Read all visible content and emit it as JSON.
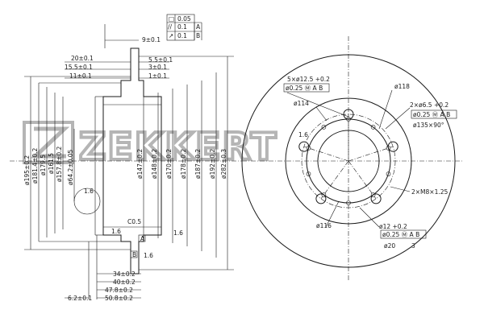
{
  "brand": {
    "name": "ZEKKERT"
  },
  "tolerance_frame": {
    "rows": [
      {
        "symbol": "□",
        "value": "0.05",
        "datum": ""
      },
      {
        "symbol": "//",
        "value": "0.1",
        "datum": "A"
      },
      {
        "symbol": "↗",
        "value": "0.1",
        "datum": "B"
      }
    ]
  },
  "side_view": {
    "top_dims": [
      "9±0.1",
      "20±0.1",
      "15.5±0.1",
      "11±0.1",
      "5.5±0.1",
      "3±0.1",
      "1±0.1"
    ],
    "left_diameters": [
      "ø195±0.2",
      "ø181.4±0.2",
      "ø179.5",
      "ø161.5",
      "ø157.8±0.2",
      "ø64.2±0.05"
    ],
    "inner_diameters": [
      "ø147±0.2",
      "ø148±0.2",
      "ø170±0.2",
      "ø178±0.2",
      "ø187±0.2",
      "ø192±0.2",
      "ø282±0.3"
    ],
    "bottom_dims": [
      "34±0.2",
      "40±0.2",
      "47.8±0.2",
      "50.8±0.2",
      "6.2±0.1"
    ],
    "misc_labels": [
      "C0.5",
      "1.6",
      "1.6",
      "1.6",
      "1.6",
      "A",
      "B"
    ]
  },
  "front_view": {
    "labels": [
      "5×ø12.5 +0.2",
      "ø0.25 Ⓜ A B",
      "ø118",
      "ø114",
      "2×ø6.5 +0.2",
      "ø0.25 Ⓜ A B",
      "ø135×90°",
      "2×M8×1.25",
      "ø116",
      "ø12 +0.2",
      "ø0.25 Ⓜ A B",
      "ø20",
      "3",
      "1.6"
    ]
  }
}
